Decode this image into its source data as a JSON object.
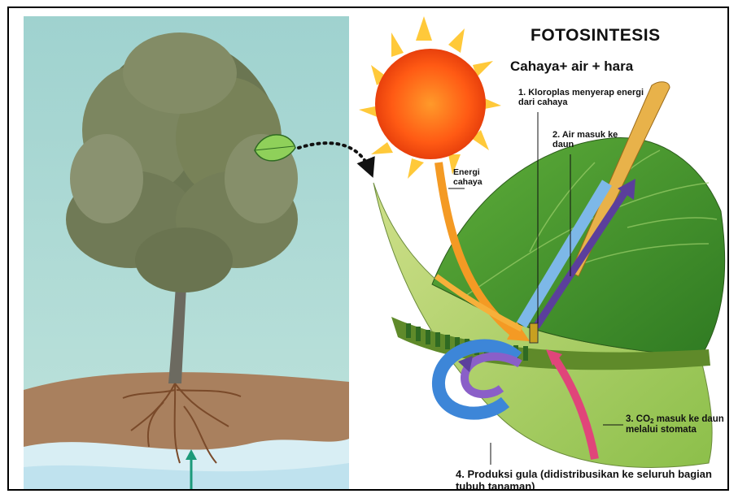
{
  "title": "FOTOSINTESIS",
  "formula": "Cahaya+ air + hara",
  "labels": {
    "step1": "1. Kloroplas menyerap energi dari cahaya",
    "step2": "2. Air masuk ke daun",
    "energy": "Energi cahaya",
    "step3_prefix": "3. CO",
    "step3_sub": "2",
    "step3_suffix": " masuk ke daun melalui stomata",
    "step4": "4. Produksi gula (didistribusikan ke seluruh bagian tubuh tanaman)"
  },
  "colors": {
    "sky": "#a8d8d4",
    "soil": "#a87e5e",
    "water": "#cfe8f0",
    "leaf_dark": "#3f8a2a",
    "leaf_light": "#b7d46a",
    "sun": "#ff6a1a",
    "sun_rays": "#ffc93a",
    "water_arrow": "#5aa6e0",
    "sugar_arrow": "#5b3f9c",
    "co2_arrow": "#e0457a",
    "root_arrow": "#1c9a7a"
  }
}
